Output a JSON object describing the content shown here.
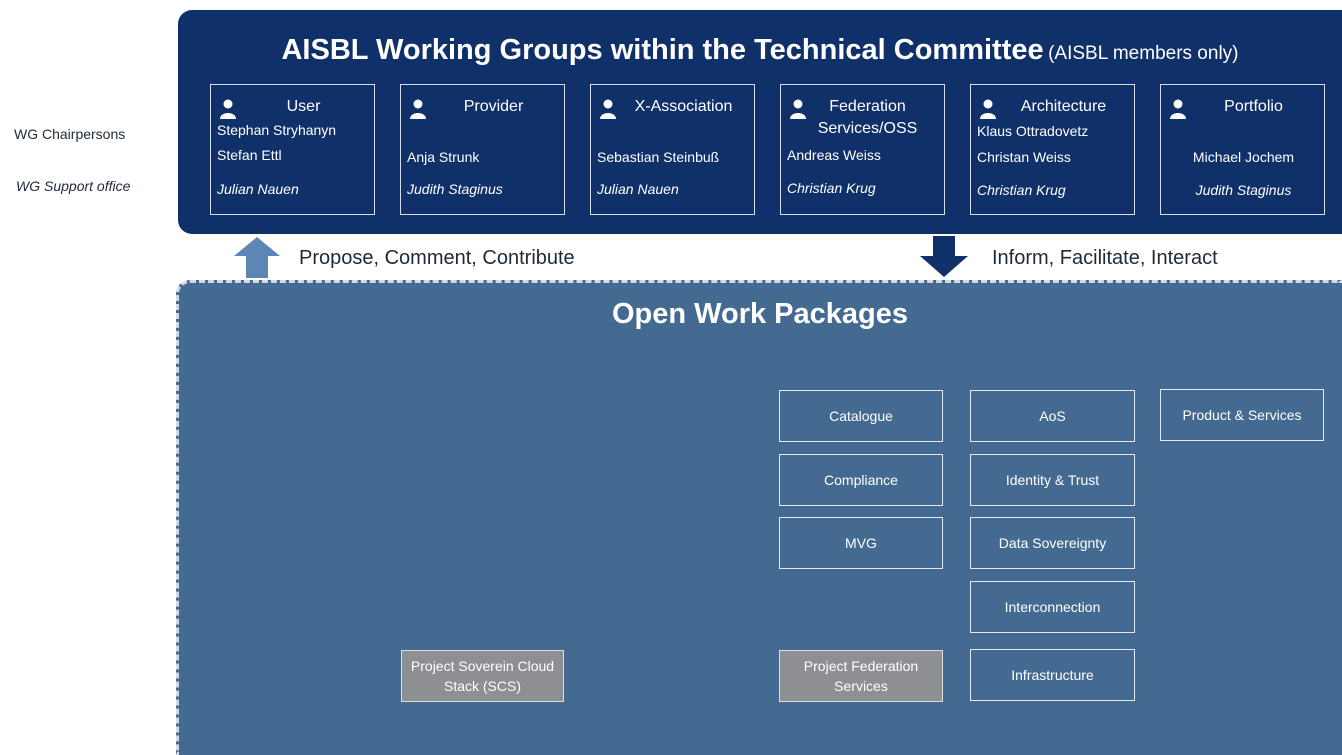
{
  "side_labels": {
    "chairpersons": "WG Chairpersons",
    "support_office": "WG Support office"
  },
  "top": {
    "title": "AISBL Working Groups within the Technical Committee",
    "subtitle": "(AISBL members only)"
  },
  "working_groups": [
    {
      "title": "User",
      "chairs": [
        "Stephan Stryhanyn",
        "Stefan Ettl"
      ],
      "support": "Julian Nauen"
    },
    {
      "title": "Provider",
      "chairs": [
        "Anja Strunk"
      ],
      "support": "Judith Staginus"
    },
    {
      "title": "X-Association",
      "chairs": [
        "Sebastian Steinbuß"
      ],
      "support": "Julian Nauen"
    },
    {
      "title": "Federation Services/OSS",
      "chairs": [
        "Andreas Weiss"
      ],
      "support": "Christian Krug"
    },
    {
      "title": "Architecture",
      "chairs": [
        "Klaus Ottradovetz",
        "Christan Weiss"
      ],
      "support": "Christian Krug"
    },
    {
      "title": "Portfolio",
      "chairs": [
        "Michael Jochem"
      ],
      "support": "Judith Staginus"
    }
  ],
  "flows": {
    "up_label": "Propose, Comment, Contribute",
    "down_label": "Inform, Facilitate, Interact"
  },
  "bottom": {
    "title": "Open Work Packages"
  },
  "work_packages": {
    "catalogue": "Catalogue",
    "compliance": "Compliance",
    "mvg": "MVG",
    "aos": "AoS",
    "identity_trust": "Identity & Trust",
    "data_sovereignty": "Data Sovereignty",
    "interconnection": "Interconnection",
    "infrastructure": "Infrastructure",
    "product_services": "Product & Services",
    "project_scs": "Project Soverein Cloud Stack (SCS)",
    "project_federation": "Project Federation Services"
  },
  "colors": {
    "top_panel": "#10306a",
    "bottom_panel": "#456a92",
    "up_arrow": "#5e86b4",
    "down_arrow": "#10306a",
    "project_box": "#8d8f93"
  }
}
